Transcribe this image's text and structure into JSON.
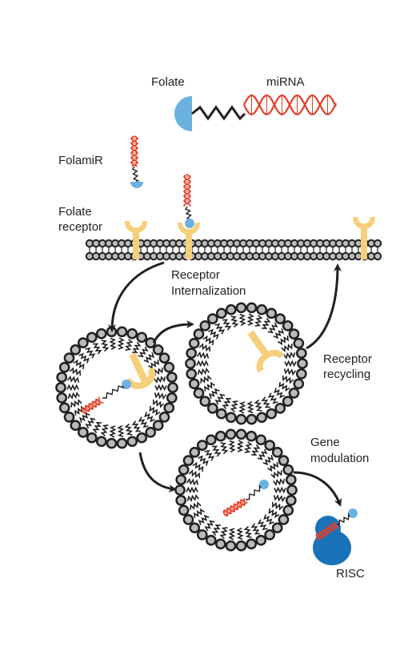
{
  "labels": {
    "folate": "Folate",
    "mirna": "miRNA",
    "folamir": "FolamiR",
    "folate_receptor_line1": "Folate",
    "folate_receptor_line2": "receptor",
    "receptor_internalization_line1": "Receptor",
    "receptor_internalization_line2": "Internalization",
    "receptor_recycling_line1": "Receptor",
    "receptor_recycling_line2": "recycling",
    "gene_modulation_line1": "Gene",
    "gene_modulation_line2": "modulation",
    "risc": "RISC"
  },
  "colors": {
    "folate": "#6bb2e0",
    "mirna": "#e2402a",
    "receptor": "#f6cf7a",
    "risc": "#1a72b8",
    "membrane_head": "#b9babc",
    "outline": "#231f20"
  }
}
